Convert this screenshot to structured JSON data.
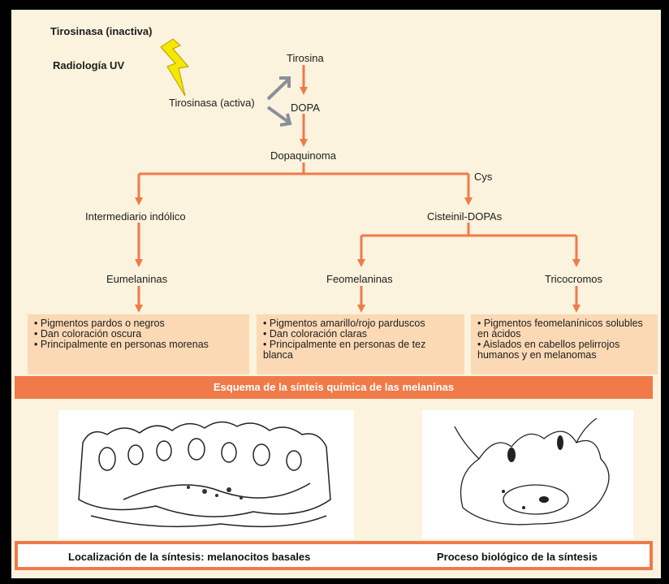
{
  "labels": {
    "inactive": "Tirosinasa (inactiva)",
    "uv": "Radiología UV",
    "active": "Tirosinasa (activa)",
    "tyrosine": "Tirosina",
    "dopa": "DOPA",
    "dopaquinone": "Dopaquinoma",
    "cys": "Cys",
    "indolic": "Intermediario indólico",
    "cysteinyl": "Cisteinil-DOPAs",
    "eumelanins": "Eumelaninas",
    "pheomelanins": "Feomelaninas",
    "trichromes": "Tricocromos"
  },
  "boxes": {
    "eu": [
      "Pigmentos pardos o negros",
      "Dan coloración oscura",
      "Principalmente en personas morenas"
    ],
    "pheo": [
      "Pigmentos amarillo/rojo parduscos",
      "Dan coloración claras",
      "Principalmente en personas de tez blanca"
    ],
    "tri": [
      "Pigmentos feomelanínicos solubles en ácidos",
      "Aislados en cabellos pelirrojos humanos y en melanomas"
    ]
  },
  "banner": "Esquema de la sínteis química de las melaninas",
  "captions": {
    "left": "Localización de la síntesis: melanocitos basales",
    "right": "Proceso biológico de la síntesis"
  },
  "colors": {
    "arrow": "#f07a49",
    "box": "#fbd9b5",
    "bolt": "#f5e800",
    "grey_arrow": "#8a8f9a"
  }
}
